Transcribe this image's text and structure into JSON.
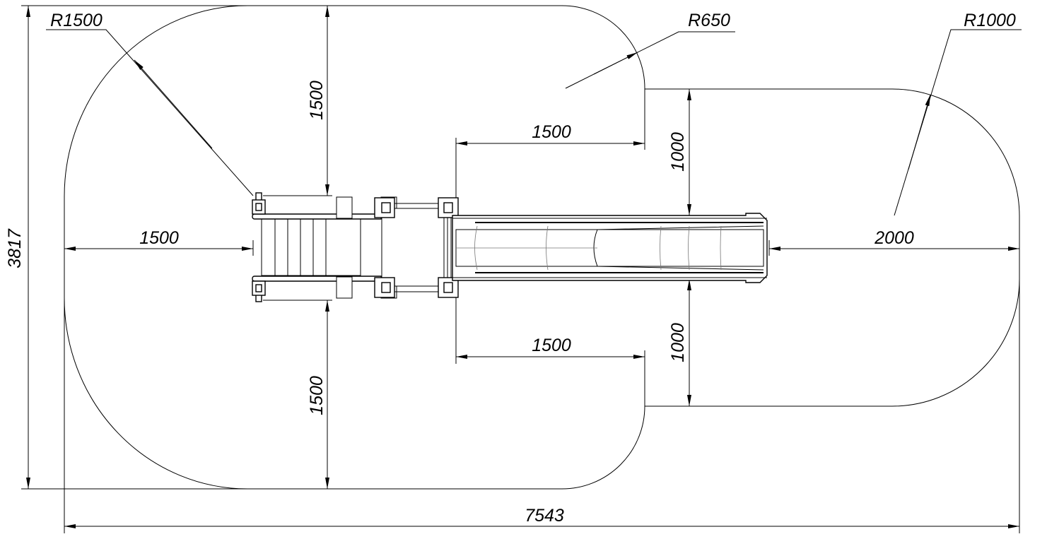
{
  "dimensions": {
    "overall_height": "3817",
    "overall_width": "7543",
    "left_clearance": "1500",
    "top_clearance": "1500",
    "bottom_clearance": "1500",
    "slide_top_offset": "1500",
    "slide_bottom_offset": "1500",
    "slide_top_clearance": "1000",
    "slide_bottom_clearance": "1000",
    "slide_end_clearance": "2000"
  },
  "radii": {
    "left": "R1500",
    "middle": "R650",
    "right": "R1000"
  }
}
